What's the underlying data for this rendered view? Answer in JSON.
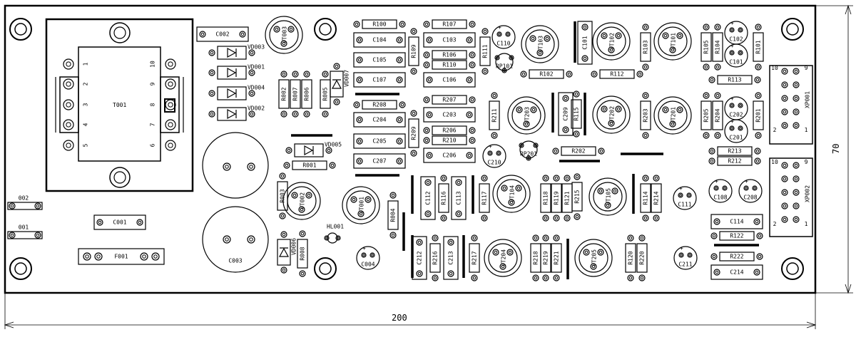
{
  "board": {
    "dimensions": {
      "width": "200",
      "height": "70"
    },
    "transformer": {
      "name": "T001",
      "pins_left": [
        "1",
        "2",
        "3",
        "4",
        "5"
      ],
      "pins_right": [
        "10",
        "9",
        "8",
        "7",
        "6"
      ]
    },
    "components": [
      {
        "ref": "C002",
        "kind": "cap-box",
        "rot": 0
      },
      {
        "ref": "VD003",
        "kind": "diode",
        "rot": 0
      },
      {
        "ref": "VD001",
        "kind": "diode",
        "rot": 0
      },
      {
        "ref": "VD004",
        "kind": "diode",
        "rot": 0
      },
      {
        "ref": "VD002",
        "kind": "diode",
        "rot": 0
      },
      {
        "ref": "VD005",
        "kind": "diode",
        "rot": 0
      },
      {
        "ref": "VD007",
        "kind": "diode",
        "rot": 90
      },
      {
        "ref": "VD006",
        "kind": "diode",
        "rot": 90
      },
      {
        "ref": "R001",
        "kind": "resistor",
        "rot": 0
      },
      {
        "ref": "R002",
        "kind": "resistor",
        "rot": 90
      },
      {
        "ref": "R003",
        "kind": "resistor",
        "rot": 90
      },
      {
        "ref": "R004",
        "kind": "resistor",
        "rot": 90
      },
      {
        "ref": "R005",
        "kind": "resistor",
        "rot": 90
      },
      {
        "ref": "R006",
        "kind": "resistor",
        "rot": 90
      },
      {
        "ref": "R007",
        "kind": "resistor",
        "rot": 90
      },
      {
        "ref": "R008",
        "kind": "resistor",
        "rot": 90
      },
      {
        "ref": "VT003",
        "kind": "transistor",
        "rot": 0
      },
      {
        "ref": "VT002",
        "kind": "transistor",
        "rot": 0
      },
      {
        "ref": "VT001",
        "kind": "transistor",
        "rot": 0
      },
      {
        "ref": "C003",
        "kind": "ecap-big",
        "rot": 0
      },
      {
        "ref": "C004",
        "kind": "ecap",
        "rot": 0
      },
      {
        "ref": "HL001",
        "kind": "led",
        "rot": 0
      },
      {
        "ref": "C001",
        "kind": "cap-box",
        "rot": 0
      },
      {
        "ref": "F001",
        "kind": "fuse",
        "rot": 0
      },
      {
        "ref": "002",
        "kind": "jumper",
        "rot": 0
      },
      {
        "ref": "001",
        "kind": "jumper",
        "rot": 0
      },
      {
        "ref": "R100",
        "kind": "resistor",
        "rot": 0
      },
      {
        "ref": "C104",
        "kind": "cap-box",
        "rot": 0
      },
      {
        "ref": "C105",
        "kind": "cap-box",
        "rot": 0
      },
      {
        "ref": "C107",
        "kind": "cap-box",
        "rot": 0
      },
      {
        "ref": "R109",
        "kind": "resistor",
        "rot": 90
      },
      {
        "ref": "R107",
        "kind": "resistor",
        "rot": 0
      },
      {
        "ref": "C103",
        "kind": "cap-box",
        "rot": 0
      },
      {
        "ref": "R106",
        "kind": "resistor",
        "rot": 0
      },
      {
        "ref": "R110",
        "kind": "resistor",
        "rot": 0
      },
      {
        "ref": "C106",
        "kind": "cap-box",
        "rot": 0
      },
      {
        "ref": "R111",
        "kind": "resistor",
        "rot": 90
      },
      {
        "ref": "C110",
        "kind": "ecap",
        "rot": 0
      },
      {
        "ref": "RP101",
        "kind": "trimmer",
        "rot": 0
      },
      {
        "ref": "VT103",
        "kind": "transistor",
        "rot": 0
      },
      {
        "ref": "C101",
        "kind": "cap-box",
        "rot": 90
      },
      {
        "ref": "R102",
        "kind": "resistor",
        "rot": 0
      },
      {
        "ref": "R112",
        "kind": "resistor",
        "rot": 0
      },
      {
        "ref": "VT102",
        "kind": "transistor",
        "rot": 0
      },
      {
        "ref": "R103",
        "kind": "resistor",
        "rot": 90
      },
      {
        "ref": "VT101",
        "kind": "transistor",
        "rot": 0
      },
      {
        "ref": "R105",
        "kind": "resistor",
        "rot": 90
      },
      {
        "ref": "R104",
        "kind": "resistor",
        "rot": 90
      },
      {
        "ref": "C102",
        "kind": "ecap",
        "rot": 0
      },
      {
        "ref": "C101",
        "kind": "ecap",
        "rot": 0
      },
      {
        "ref": "R101",
        "kind": "resistor",
        "rot": 90
      },
      {
        "ref": "R113",
        "kind": "resistor",
        "rot": 0
      },
      {
        "ref": "XP001",
        "kind": "connector",
        "rot": 90
      },
      {
        "ref": "R207",
        "kind": "resistor",
        "rot": 0
      },
      {
        "ref": "R208",
        "kind": "resistor",
        "rot": 0
      },
      {
        "ref": "C203",
        "kind": "cap-box",
        "rot": 0
      },
      {
        "ref": "C204",
        "kind": "cap-box",
        "rot": 0
      },
      {
        "ref": "R209",
        "kind": "resistor",
        "rot": 90
      },
      {
        "ref": "R206",
        "kind": "resistor",
        "rot": 0
      },
      {
        "ref": "R210",
        "kind": "resistor",
        "rot": 0
      },
      {
        "ref": "C205",
        "kind": "cap-box",
        "rot": 0
      },
      {
        "ref": "C206",
        "kind": "cap-box",
        "rot": 0
      },
      {
        "ref": "C207",
        "kind": "cap-box",
        "rot": 0
      },
      {
        "ref": "R211",
        "kind": "resistor",
        "rot": 90
      },
      {
        "ref": "C210",
        "kind": "ecap",
        "rot": 0
      },
      {
        "ref": "RP201",
        "kind": "trimmer",
        "rot": 0
      },
      {
        "ref": "VT203",
        "kind": "transistor",
        "rot": 0
      },
      {
        "ref": "C209",
        "kind": "cap-box",
        "rot": 90
      },
      {
        "ref": "R115",
        "kind": "resistor",
        "rot": 90
      },
      {
        "ref": "VT202",
        "kind": "transistor",
        "rot": 0
      },
      {
        "ref": "R203",
        "kind": "resistor",
        "rot": 90
      },
      {
        "ref": "VT201",
        "kind": "transistor",
        "rot": 0
      },
      {
        "ref": "R205",
        "kind": "resistor",
        "rot": 90
      },
      {
        "ref": "R204",
        "kind": "resistor",
        "rot": 90
      },
      {
        "ref": "C202",
        "kind": "ecap",
        "rot": 0
      },
      {
        "ref": "C201",
        "kind": "ecap",
        "rot": 0
      },
      {
        "ref": "R201",
        "kind": "resistor",
        "rot": 90
      },
      {
        "ref": "R202",
        "kind": "resistor",
        "rot": 0
      },
      {
        "ref": "R213",
        "kind": "resistor",
        "rot": 0
      },
      {
        "ref": "R212",
        "kind": "resistor",
        "rot": 0
      },
      {
        "ref": "XP002",
        "kind": "connector",
        "rot": 90
      },
      {
        "ref": "C112",
        "kind": "cap-box",
        "rot": 90
      },
      {
        "ref": "R116",
        "kind": "resistor",
        "rot": 90
      },
      {
        "ref": "C113",
        "kind": "cap-box",
        "rot": 90
      },
      {
        "ref": "R117",
        "kind": "resistor",
        "rot": 90
      },
      {
        "ref": "VT104",
        "kind": "transistor",
        "rot": 0
      },
      {
        "ref": "R118",
        "kind": "resistor",
        "rot": 90
      },
      {
        "ref": "R119",
        "kind": "resistor",
        "rot": 90
      },
      {
        "ref": "R121",
        "kind": "resistor",
        "rot": 90
      },
      {
        "ref": "R215",
        "kind": "resistor",
        "rot": 90
      },
      {
        "ref": "VT105",
        "kind": "transistor",
        "rot": 0
      },
      {
        "ref": "R114",
        "kind": "resistor",
        "rot": 90
      },
      {
        "ref": "R214",
        "kind": "resistor",
        "rot": 90
      },
      {
        "ref": "C111",
        "kind": "ecap",
        "rot": 0
      },
      {
        "ref": "C108",
        "kind": "ecap",
        "rot": 0
      },
      {
        "ref": "C208",
        "kind": "ecap",
        "rot": 0
      },
      {
        "ref": "C114",
        "kind": "cap-box",
        "rot": 0
      },
      {
        "ref": "R122",
        "kind": "resistor",
        "rot": 0
      },
      {
        "ref": "R222",
        "kind": "resistor",
        "rot": 0
      },
      {
        "ref": "C214",
        "kind": "cap-box",
        "rot": 0
      },
      {
        "ref": "C212",
        "kind": "cap-box",
        "rot": 90
      },
      {
        "ref": "R216",
        "kind": "resistor",
        "rot": 90
      },
      {
        "ref": "C213",
        "kind": "cap-box",
        "rot": 90
      },
      {
        "ref": "R217",
        "kind": "resistor",
        "rot": 90
      },
      {
        "ref": "VT204",
        "kind": "transistor",
        "rot": 0
      },
      {
        "ref": "R218",
        "kind": "resistor",
        "rot": 90
      },
      {
        "ref": "R219",
        "kind": "resistor",
        "rot": 90
      },
      {
        "ref": "R221",
        "kind": "resistor",
        "rot": 90
      },
      {
        "ref": "VT205",
        "kind": "transistor",
        "rot": 0
      },
      {
        "ref": "R120",
        "kind": "resistor",
        "rot": 90
      },
      {
        "ref": "R220",
        "kind": "resistor",
        "rot": 90
      },
      {
        "ref": "C211",
        "kind": "ecap",
        "rot": 0
      }
    ],
    "connector_pins": {
      "top": "10",
      "top_right": "9",
      "bottom": "2",
      "bottom_right": "1"
    }
  }
}
